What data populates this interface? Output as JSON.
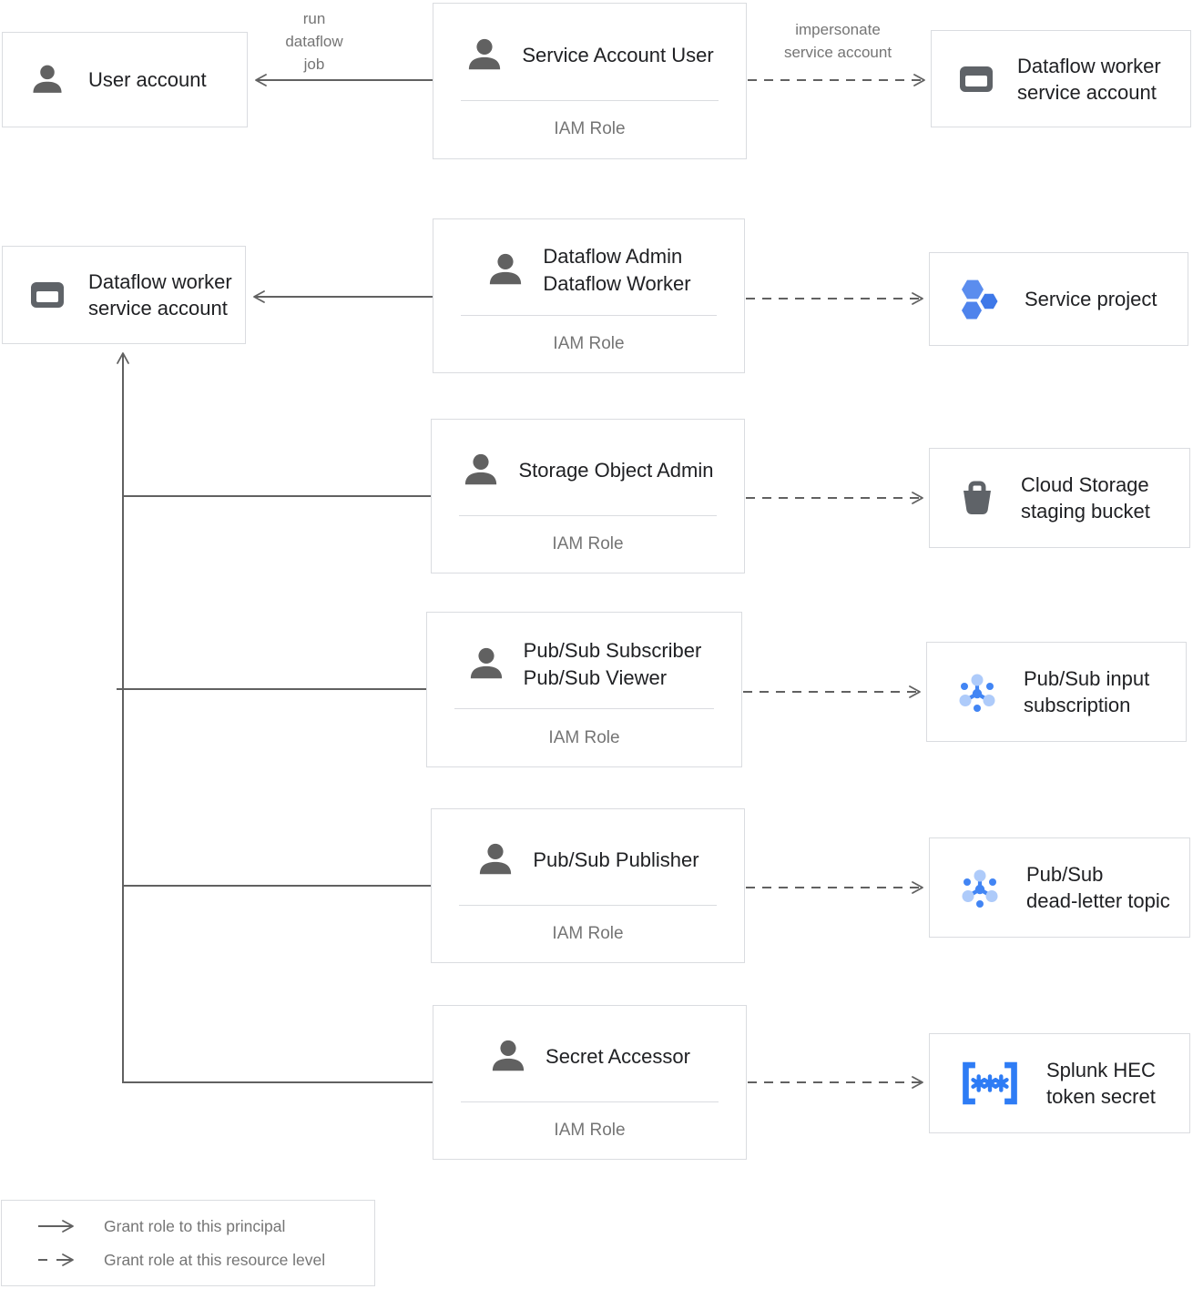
{
  "nodes": {
    "user_account": {
      "label": "User account"
    },
    "service_account_user": {
      "title": "Service Account User",
      "subtitle": "IAM Role"
    },
    "dataflow_worker_sa_top": {
      "line1": "Dataflow worker",
      "line2": "service account"
    },
    "dataflow_worker_sa_left": {
      "line1": "Dataflow worker",
      "line2": "service account"
    },
    "dataflow_admin": {
      "title_line1": "Dataflow Admin",
      "title_line2": "Dataflow Worker",
      "subtitle": "IAM Role"
    },
    "service_project": {
      "label": "Service project"
    },
    "storage_object_admin": {
      "title": "Storage Object Admin",
      "subtitle": "IAM Role"
    },
    "cloud_storage_bucket": {
      "line1": "Cloud Storage",
      "line2": "staging bucket"
    },
    "pubsub_subscriber": {
      "title_line1": "Pub/Sub Subscriber",
      "title_line2": "Pub/Sub Viewer",
      "subtitle": "IAM Role"
    },
    "pubsub_input_subscription": {
      "line1": "Pub/Sub input",
      "line2": "subscription"
    },
    "pubsub_publisher": {
      "title": "Pub/Sub Publisher",
      "subtitle": "IAM Role"
    },
    "pubsub_dead_letter_topic": {
      "line1": "Pub/Sub",
      "line2": "dead-letter topic"
    },
    "secret_accessor": {
      "title": "Secret Accessor",
      "subtitle": "IAM Role"
    },
    "splunk_hec_secret": {
      "line1": "Splunk HEC",
      "line2": "token secret"
    }
  },
  "edge_labels": {
    "run_dataflow_job": {
      "line1": "run",
      "line2": "dataflow",
      "line3": "job"
    },
    "impersonate": {
      "line1": "impersonate",
      "line2": "service account"
    }
  },
  "legend": {
    "solid_label": "Grant role to this principal",
    "dashed_label": "Grant role at this resource level"
  },
  "icons": {
    "person": "person-icon",
    "service_account": "service-account-window-icon",
    "project": "hexagon-cluster-project-icon",
    "bucket": "storage-bucket-icon",
    "pubsub": "pubsub-node-network-icon",
    "secret": "bracketed-asterisks-secret-icon",
    "solid_arrow": "solid-arrow-icon",
    "dashed_arrow": "dashed-arrow-icon"
  },
  "colors": {
    "box_border": "#DADCE0",
    "box_bg": "#FFFFFF",
    "title_text": "#202124",
    "muted_text": "#757575",
    "line_gray": "#616161",
    "icon_gray": "#5F6368",
    "blue": "#4285F4",
    "light_blue": "#AECBFA",
    "secret_blue": "#2E7CF5"
  }
}
